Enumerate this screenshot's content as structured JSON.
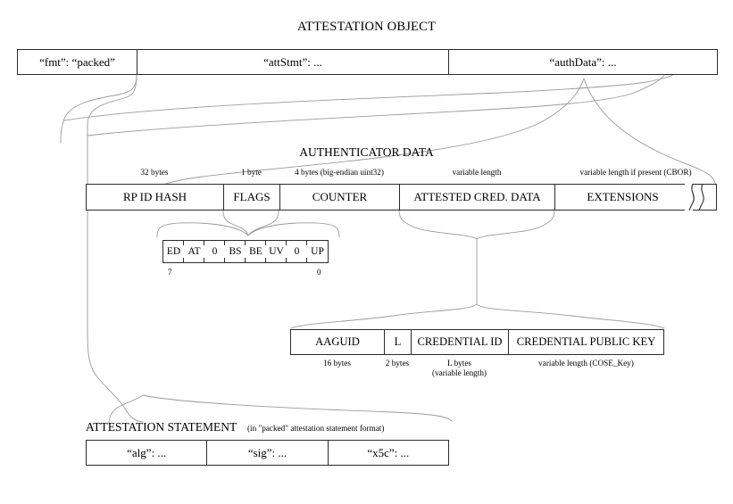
{
  "diagram": {
    "title": "ATTESTATION OBJECT"
  },
  "attestation_object": {
    "fields": [
      {
        "label": "“fmt”: “packed”"
      },
      {
        "label": "“attStmt”: ..."
      },
      {
        "label": "“authData”: ..."
      }
    ]
  },
  "authenticator_data": {
    "heading": "AUTHENTICATOR DATA",
    "fields": [
      {
        "label": "RP ID HASH",
        "size_note": "32 bytes"
      },
      {
        "label": "FLAGS",
        "size_note": "1 byte"
      },
      {
        "label": "COUNTER",
        "size_note": "4 bytes (big-endian uint32)"
      },
      {
        "label": "ATTESTED CRED. DATA",
        "size_note": "variable length"
      },
      {
        "label": "EXTENSIONS",
        "size_note": "variable length if present (CBOR)"
      }
    ],
    "break_symbol": "continuation-break"
  },
  "flags_bits": {
    "bits": [
      "ED",
      "AT",
      "0",
      "BS",
      "BE",
      "UV",
      "0",
      "UP"
    ],
    "msb_label": "7",
    "lsb_label": "0"
  },
  "attested_credential_data": {
    "fields": [
      {
        "label": "AAGUID",
        "size_note": "16 bytes",
        "size_note2": ""
      },
      {
        "label": "L",
        "size_note": "2 bytes",
        "size_note2": ""
      },
      {
        "label": "CREDENTIAL ID",
        "size_note": "L bytes",
        "size_note2": "(variable length)"
      },
      {
        "label": "CREDENTIAL PUBLIC KEY",
        "size_note": "variable length (COSE_Key)",
        "size_note2": ""
      }
    ]
  },
  "attestation_statement": {
    "heading": "ATTESTATION STATEMENT",
    "subheading": "(in \"packed\" attestation statement format)",
    "fields": [
      {
        "label": "“alg”: ..."
      },
      {
        "label": "“sig”: ..."
      },
      {
        "label": "“x5c”: ..."
      }
    ]
  },
  "colors": {
    "stroke": "#2b2b2b",
    "wire": "#9a9a9a",
    "background": "#ffffff",
    "text": "#000000"
  }
}
